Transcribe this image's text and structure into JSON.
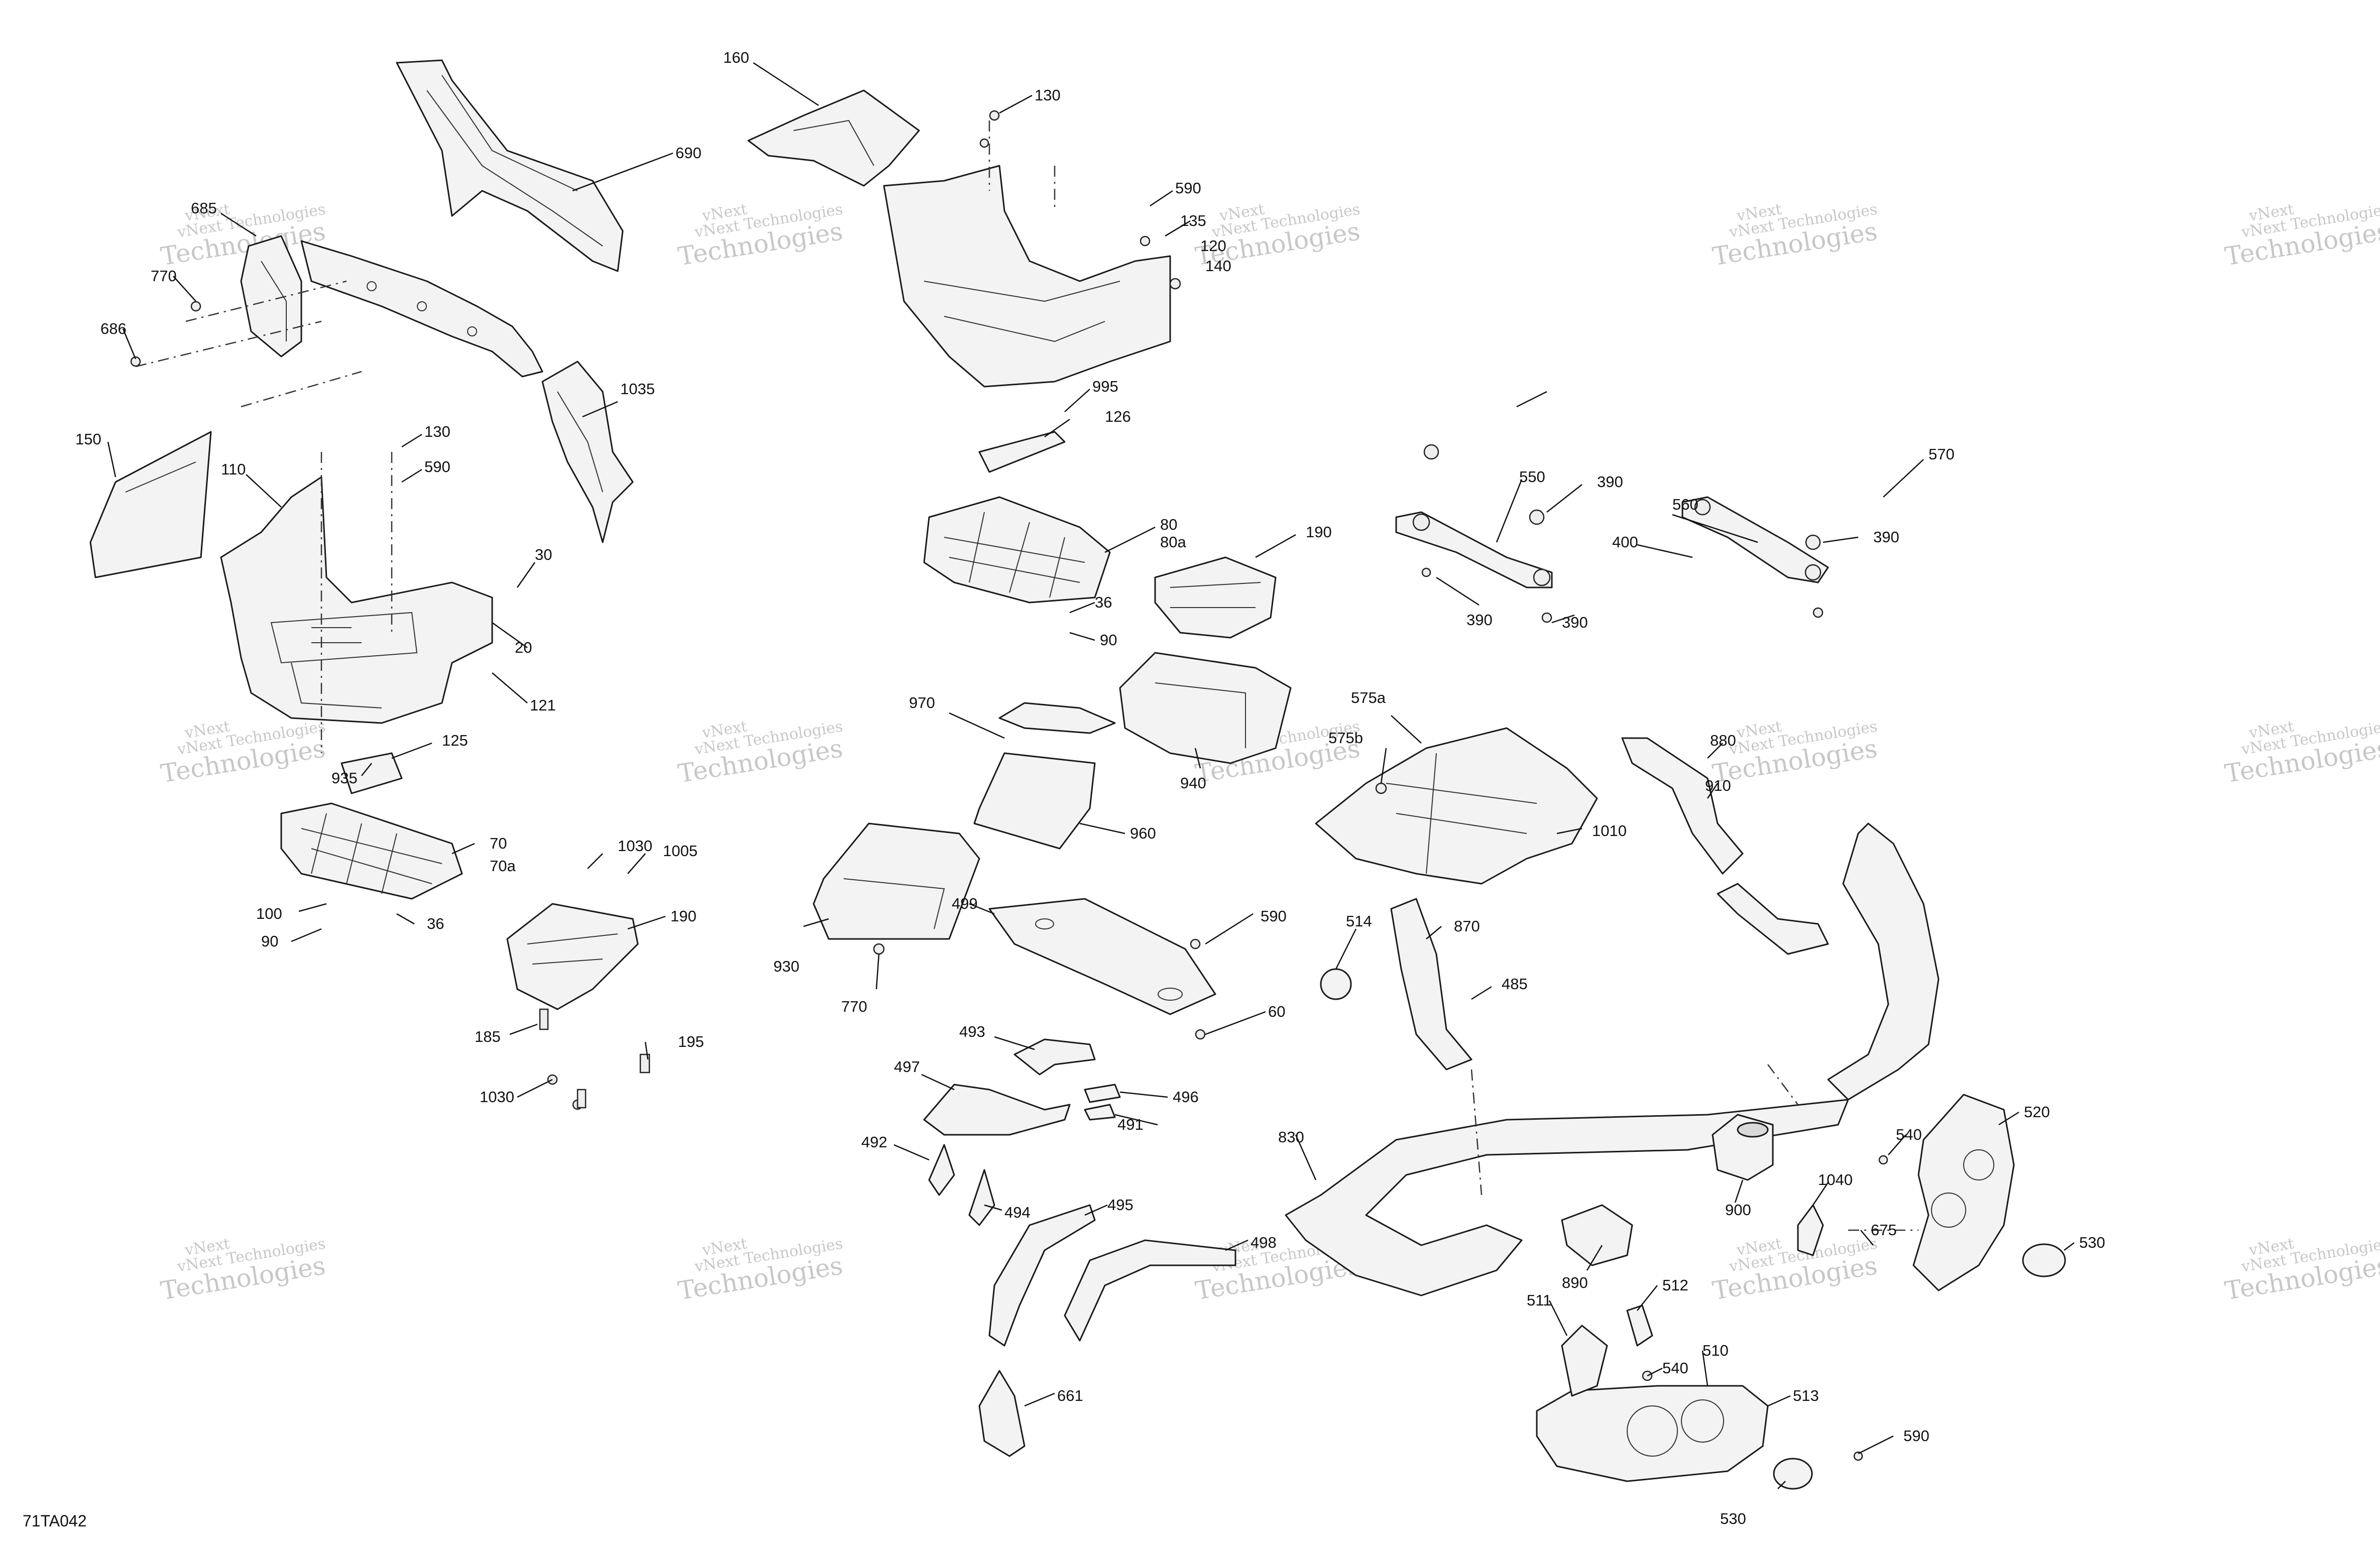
{
  "figure_id": "71TA042",
  "watermark": {
    "top": "vNext",
    "line": "vNext Technologies",
    "big": "Technologies"
  },
  "callouts": [
    "160",
    "130",
    "690",
    "685",
    "770",
    "686",
    "590",
    "135",
    "120",
    "140",
    "1035",
    "995",
    "126",
    "150",
    "110",
    "130",
    "590",
    "30",
    "20",
    "121",
    "80",
    "80a",
    "190",
    "36",
    "90",
    "550",
    "390",
    "560",
    "390",
    "570",
    "400",
    "390",
    "390",
    "970",
    "575a",
    "575b",
    "880",
    "910",
    "125",
    "935",
    "70",
    "70a",
    "1030",
    "1005",
    "100",
    "90",
    "36",
    "190",
    "185",
    "195",
    "1030",
    "940",
    "960",
    "1010",
    "930",
    "499",
    "590",
    "770",
    "514",
    "870",
    "485",
    "60",
    "493",
    "497",
    "496",
    "491",
    "492",
    "494",
    "495",
    "498",
    "830",
    "900",
    "540",
    "520",
    "1040",
    "675",
    "530",
    "890",
    "511",
    "512",
    "540",
    "510",
    "513",
    "590",
    "530",
    "661"
  ]
}
